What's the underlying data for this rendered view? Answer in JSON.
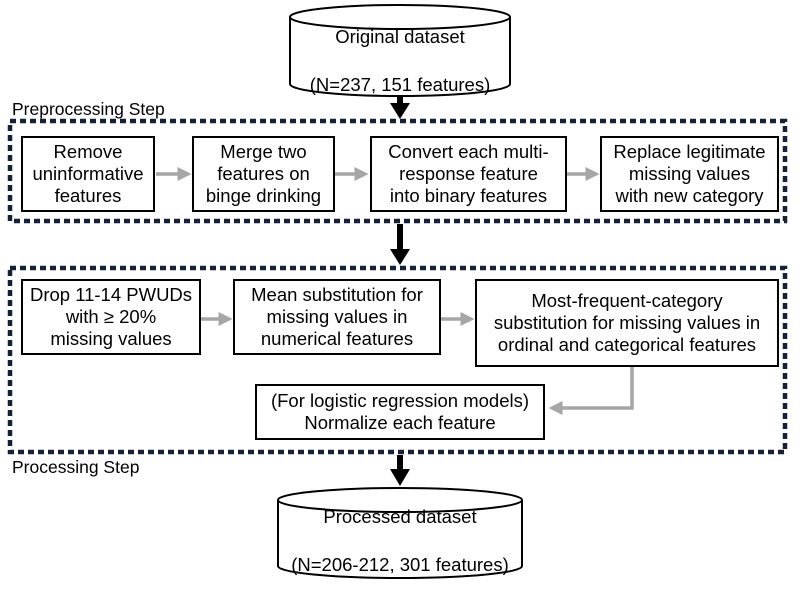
{
  "original_dataset": {
    "line1": "Original dataset",
    "line2": "(N=237, 151 features)"
  },
  "preprocessing": {
    "title": "Preprocessing Step",
    "steps": [
      "Remove\nuninformative\nfeatures",
      "Merge two\nfeatures on\nbinge drinking",
      "Convert each multi-\nresponse feature\ninto binary features",
      "Replace legitimate\nmissing values\nwith new category"
    ]
  },
  "processing": {
    "title": "Processing Step",
    "steps": [
      "Drop 11-14 PWUDs\nwith ≥ 20%\nmissing values",
      "Mean substitution for\nmissing values in\nnumerical features",
      "Most-frequent-category\nsubstitution for missing values in\nordinal and categorical features"
    ],
    "normalize": "(For logistic regression models)\nNormalize each feature"
  },
  "processed_dataset": {
    "line1": "Processed dataset",
    "line2": "(N=206-212, 301 features)"
  },
  "colors": {
    "dashed_border": "#14213a",
    "gray_arrow": "#a6a6a6",
    "black_arrow": "#000000"
  }
}
